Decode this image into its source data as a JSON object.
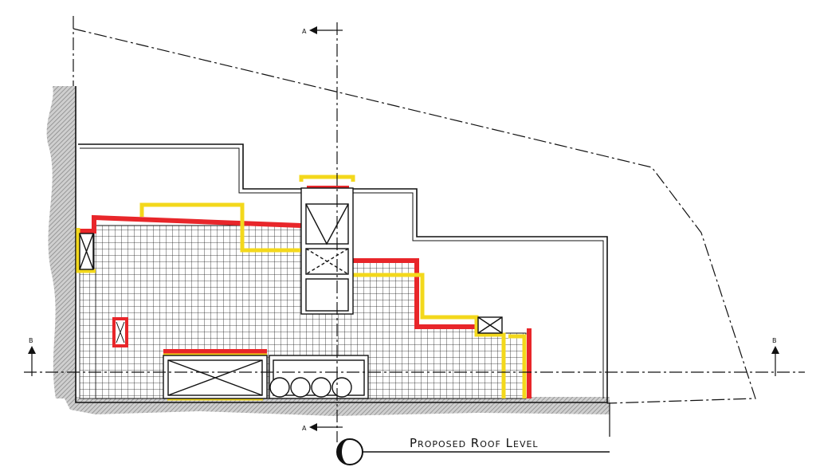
{
  "drawing": {
    "title": "Proposed Roof Level",
    "section_a_label": "A",
    "section_b_label": "B"
  },
  "colors": {
    "existing_line": "#e8262a",
    "proposed_line": "#f3d81c",
    "wall": "#111111",
    "ground_hatch": "#9a9a9a",
    "grid": "#1a1a1a"
  }
}
